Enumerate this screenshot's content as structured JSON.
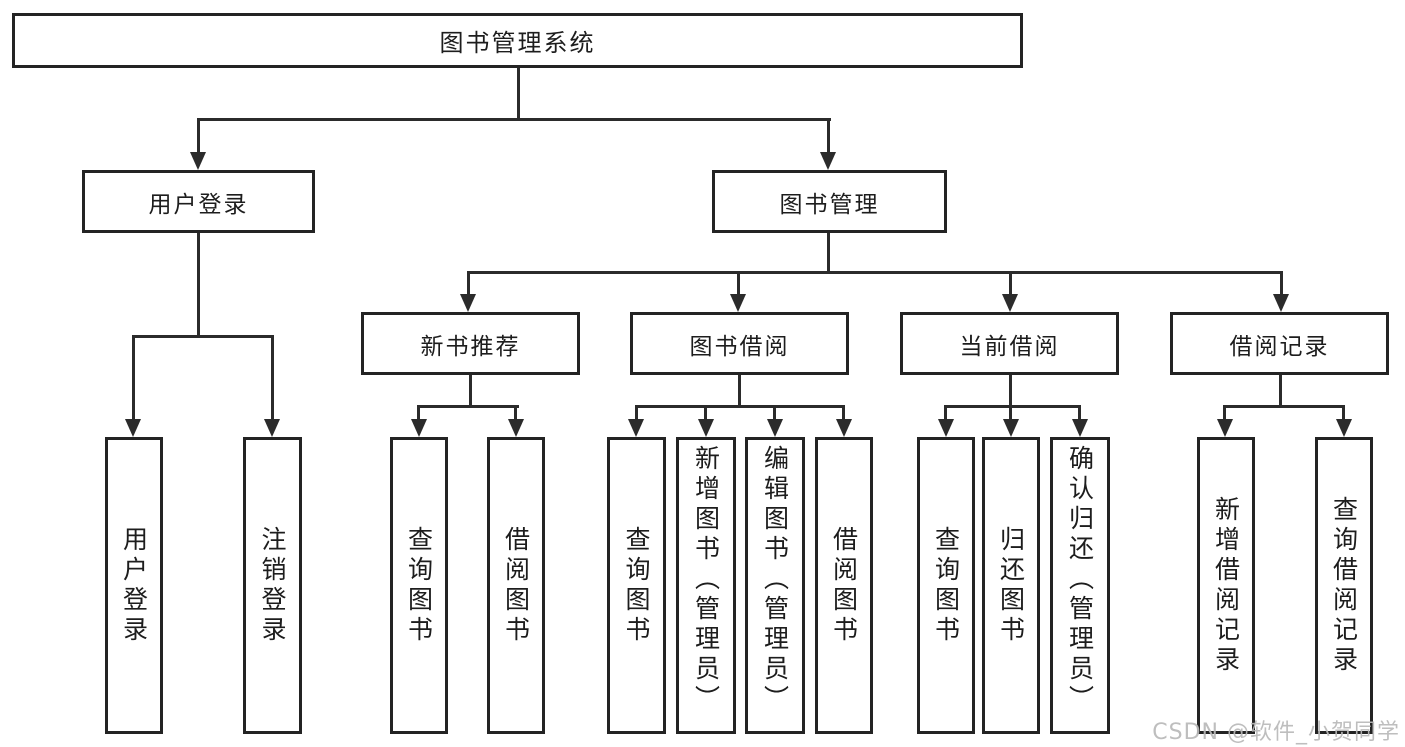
{
  "tree": {
    "root": {
      "label": "图书管理系统"
    },
    "branches": [
      {
        "label": "用户登录",
        "leaves": [
          "用户登录",
          "注销登录"
        ]
      },
      {
        "label": "图书管理",
        "children": [
          {
            "label": "新书推荐",
            "leaves": [
              "查询图书",
              "借阅图书"
            ]
          },
          {
            "label": "图书借阅",
            "leaves": [
              "查询图书",
              "新增图书（管理员）",
              "编辑图书（管理员）",
              "借阅图书"
            ]
          },
          {
            "label": "当前借阅",
            "leaves": [
              "查询图书",
              "归还图书",
              "确认归还（管理员）"
            ]
          },
          {
            "label": "借阅记录",
            "leaves": [
              "新增借阅记录",
              "查询借阅记录"
            ]
          }
        ]
      }
    ]
  },
  "watermark": {
    "text": "CSDN @软件_小贺同学"
  },
  "colors": {
    "line": "#2b2b2b",
    "border": "#232323",
    "text": "#1d1d1d",
    "background": "#ffffff",
    "watermark": "#b9b9b9"
  }
}
